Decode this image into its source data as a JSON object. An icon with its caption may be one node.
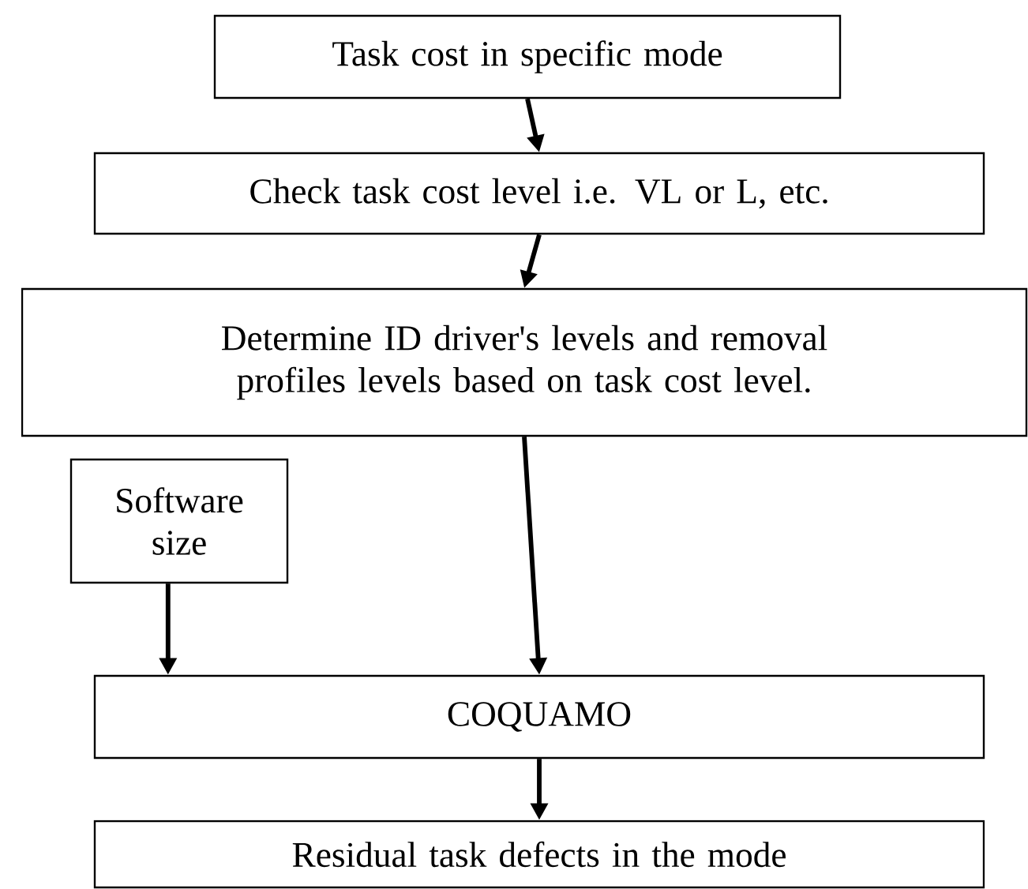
{
  "diagram": {
    "nodes": [
      {
        "text": [
          "Task cost in specific mode"
        ]
      },
      {
        "text": [
          "Check task cost level i.e. VL or L, etc."
        ]
      },
      {
        "text": [
          "Determine ID driver's levels and removal profiles levels based on task cost level."
        ]
      },
      {
        "text": [
          "Software size"
        ]
      },
      {
        "text": [
          "COQUAMO"
        ]
      },
      {
        "text": [
          "Residual task defects in the mode"
        ]
      }
    ],
    "edges": [
      {
        "from": 0,
        "to": 1,
        "arrow": "to"
      },
      {
        "from": 1,
        "to": 2,
        "arrow": "to"
      },
      {
        "from": 2,
        "to": 4,
        "arrow": "to"
      },
      {
        "from": 3,
        "to": 4,
        "arrow": "to"
      },
      {
        "from": 4,
        "to": 5,
        "arrow": "to"
      }
    ]
  }
}
